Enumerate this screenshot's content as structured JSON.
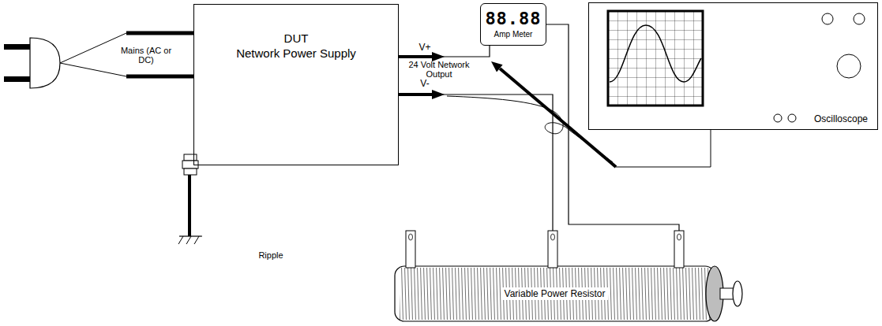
{
  "diagram": {
    "nodes": [
      {
        "text": [
          "DUT",
          "Network Power Supply"
        ]
      },
      {
        "text": [
          "88.88",
          "Amp Meter"
        ]
      },
      {
        "text": [
          "Oscilloscope"
        ]
      },
      {
        "text": [
          "Variable Power Resistor"
        ]
      }
    ],
    "edges": [
      {
        "from": 0,
        "to": 1,
        "arrow": "none"
      },
      {
        "from": 1,
        "to": 3,
        "arrow": "none"
      },
      {
        "from": 0,
        "to": 3,
        "arrow": "none"
      }
    ],
    "labels": [
      "Mains (AC or DC)",
      "V+",
      "24 Volt Network Output",
      "V-",
      "Ripple"
    ]
  }
}
